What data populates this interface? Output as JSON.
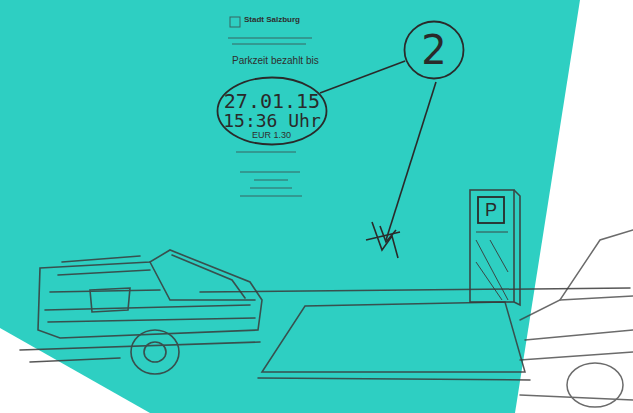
{
  "diagram": {
    "nodes": [
      {
        "text": [
          "2"
        ]
      },
      {
        "text": [
          "27.01.15",
          "15:36 Uhr"
        ]
      },
      {
        "text": [
          "P"
        ]
      }
    ],
    "edges": [
      {
        "from": 0,
        "to": 1,
        "arrow": "none"
      }
    ],
    "labels": [
      "Stadt Salzburg",
      "Parkzeit bezahlt bis",
      "EUR 1.30"
    ]
  }
}
